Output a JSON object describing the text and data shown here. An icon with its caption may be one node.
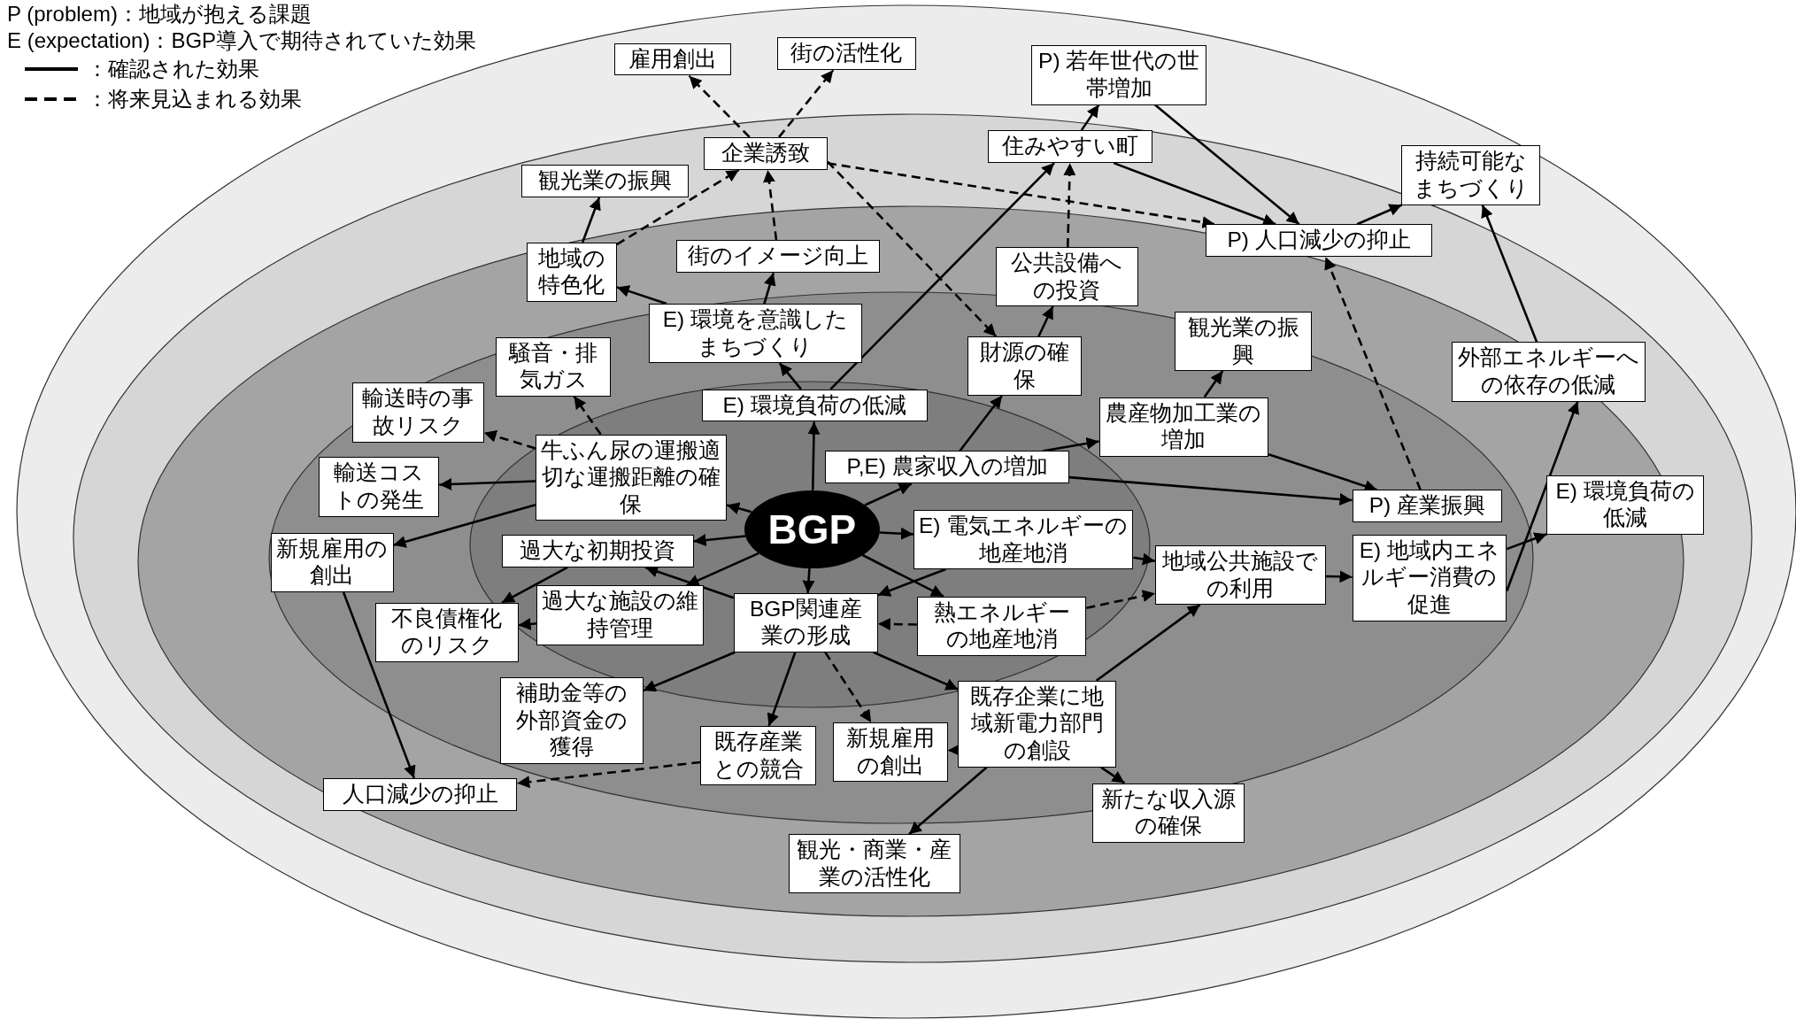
{
  "diagram": {
    "nodes": [
      {
        "text": [
          "BGP"
        ]
      },
      {
        "text": [
          "牛ふん尿の運搬適切な運搬距離の確保"
        ]
      },
      {
        "text": [
          "E) 環境負荷の低減"
        ]
      },
      {
        "text": [
          "P,E) 農家収入の増加"
        ]
      },
      {
        "text": [
          "E) 電気エネルギーの地産地消"
        ]
      },
      {
        "text": [
          "熱エネルギーの地産地消"
        ]
      },
      {
        "text": [
          "BGP関連産業の形成"
        ]
      },
      {
        "text": [
          "過大な施設の維持管理"
        ]
      },
      {
        "text": [
          "過大な初期投資"
        ]
      },
      {
        "text": [
          "輸送時の事故リスク"
        ]
      },
      {
        "text": [
          "輸送コストの発生"
        ]
      },
      {
        "text": [
          "新規雇用の創出"
        ]
      },
      {
        "text": [
          "不良債権化のリスク"
        ]
      },
      {
        "text": [
          "騒音・排気ガス"
        ]
      },
      {
        "text": [
          "E) 環境を意識したまちづくり"
        ]
      },
      {
        "text": [
          "地域の特色化"
        ]
      },
      {
        "text": [
          "街のイメージ向上"
        ]
      },
      {
        "text": [
          "観光業の振興"
        ]
      },
      {
        "text": [
          "企業誘致"
        ]
      },
      {
        "text": [
          "雇用創出"
        ]
      },
      {
        "text": [
          "街の活性化"
        ]
      },
      {
        "text": [
          "P) 若年世代の世帯増加"
        ]
      },
      {
        "text": [
          "住みやすい町"
        ]
      },
      {
        "text": [
          "公共設備への投資"
        ]
      },
      {
        "text": [
          "財源の確保"
        ]
      },
      {
        "text": [
          "観光業の振興"
        ]
      },
      {
        "text": [
          "農産物加工業の増加"
        ]
      },
      {
        "text": [
          "P) 人口減少の抑止"
        ]
      },
      {
        "text": [
          "持続可能なまちづくり"
        ]
      },
      {
        "text": [
          "外部エネルギーへの依存の低減"
        ]
      },
      {
        "text": [
          "P) 産業振興"
        ]
      },
      {
        "text": [
          "E) 地域内エネルギー消費の促進"
        ]
      },
      {
        "text": [
          "E) 環境負荷の低減"
        ]
      },
      {
        "text": [
          "地域公共施設での利用"
        ]
      },
      {
        "text": [
          "既存企業に地域新電力部門の創設"
        ]
      },
      {
        "text": [
          "新たな収入源の確保"
        ]
      },
      {
        "text": [
          "観光・商業・産業の活性化"
        ]
      },
      {
        "text": [
          "新規雇用の創出"
        ]
      },
      {
        "text": [
          "既存産業との競合"
        ]
      },
      {
        "text": [
          "補助金等の外部資金の獲得"
        ]
      },
      {
        "text": [
          "人口減少の抑止"
        ]
      }
    ],
    "edges": [
      {
        "from": 0,
        "to": 1,
        "arrow": "to"
      },
      {
        "from": 0,
        "to": 2,
        "arrow": "to"
      },
      {
        "from": 0,
        "to": 3,
        "arrow": "to"
      },
      {
        "from": 0,
        "to": 4,
        "arrow": "to"
      },
      {
        "from": 0,
        "to": 5,
        "arrow": "to"
      },
      {
        "from": 0,
        "to": 6,
        "arrow": "to"
      },
      {
        "from": 0,
        "to": 7,
        "arrow": "to"
      },
      {
        "from": 0,
        "to": 8,
        "arrow": "to"
      },
      {
        "from": 6,
        "to": 8,
        "arrow": "to"
      },
      {
        "from": 4,
        "to": 6,
        "arrow": "to"
      },
      {
        "from": 5,
        "to": 6,
        "arrow": "to",
        "style": "dashed"
      },
      {
        "from": 1,
        "to": 9,
        "arrow": "to",
        "style": "dashed"
      },
      {
        "from": 1,
        "to": 10,
        "arrow": "to"
      },
      {
        "from": 1,
        "to": 11,
        "arrow": "to"
      },
      {
        "from": 1,
        "to": 13,
        "arrow": "to",
        "style": "dashed"
      },
      {
        "from": 8,
        "to": 12,
        "arrow": "to"
      },
      {
        "from": 7,
        "to": 12,
        "arrow": "to"
      },
      {
        "from": 11,
        "to": 40,
        "arrow": "to"
      },
      {
        "from": 38,
        "to": 40,
        "arrow": "to",
        "style": "dashed"
      },
      {
        "from": 6,
        "to": 39,
        "arrow": "to"
      },
      {
        "from": 6,
        "to": 38,
        "arrow": "to"
      },
      {
        "from": 6,
        "to": 37,
        "arrow": "to",
        "style": "dashed"
      },
      {
        "from": 6,
        "to": 34,
        "arrow": "to"
      },
      {
        "from": 34,
        "to": 37,
        "arrow": "to",
        "style": "dashed"
      },
      {
        "from": 34,
        "to": 36,
        "arrow": "to"
      },
      {
        "from": 34,
        "to": 35,
        "arrow": "to"
      },
      {
        "from": 34,
        "to": 33,
        "arrow": "to"
      },
      {
        "from": 4,
        "to": 33,
        "arrow": "to"
      },
      {
        "from": 5,
        "to": 33,
        "arrow": "to",
        "style": "dashed"
      },
      {
        "from": 33,
        "to": 31,
        "arrow": "to"
      },
      {
        "from": 31,
        "to": 29,
        "arrow": "to"
      },
      {
        "from": 31,
        "to": 32,
        "arrow": "to"
      },
      {
        "from": 29,
        "to": 28,
        "arrow": "to"
      },
      {
        "from": 27,
        "to": 28,
        "arrow": "to"
      },
      {
        "from": 30,
        "to": 27,
        "arrow": "to",
        "style": "dashed"
      },
      {
        "from": 3,
        "to": 26,
        "arrow": "to"
      },
      {
        "from": 3,
        "to": 30,
        "arrow": "to"
      },
      {
        "from": 3,
        "to": 24,
        "arrow": "to"
      },
      {
        "from": 26,
        "to": 25,
        "arrow": "to"
      },
      {
        "from": 26,
        "to": 30,
        "arrow": "to"
      },
      {
        "from": 2,
        "to": 14,
        "arrow": "to"
      },
      {
        "from": 2,
        "to": 22,
        "arrow": "to"
      },
      {
        "from": 14,
        "to": 15,
        "arrow": "to"
      },
      {
        "from": 14,
        "to": 16,
        "arrow": "to"
      },
      {
        "from": 15,
        "to": 17,
        "arrow": "to"
      },
      {
        "from": 15,
        "to": 18,
        "arrow": "to",
        "style": "dashed"
      },
      {
        "from": 16,
        "to": 18,
        "arrow": "to",
        "style": "dashed"
      },
      {
        "from": 18,
        "to": 19,
        "arrow": "to",
        "style": "dashed"
      },
      {
        "from": 18,
        "to": 20,
        "arrow": "to",
        "style": "dashed"
      },
      {
        "from": 18,
        "to": 24,
        "arrow": "to",
        "style": "dashed"
      },
      {
        "from": 18,
        "to": 27,
        "arrow": "to",
        "style": "dashed"
      },
      {
        "from": 24,
        "to": 23,
        "arrow": "to"
      },
      {
        "from": 23,
        "to": 22,
        "arrow": "to",
        "style": "dashed"
      },
      {
        "from": 22,
        "to": 21,
        "arrow": "to"
      },
      {
        "from": 21,
        "to": 27,
        "arrow": "to"
      },
      {
        "from": 22,
        "to": 27,
        "arrow": "to"
      }
    ],
    "labels": [
      "P (problem)：地域が抱える課題",
      "E (expectation)：BGP導入で期待されていた効果"
    ],
    "legend": [
      {
        "text": "：確認された効果"
      },
      {
        "text": "：将来見込まれる効果"
      }
    ]
  }
}
